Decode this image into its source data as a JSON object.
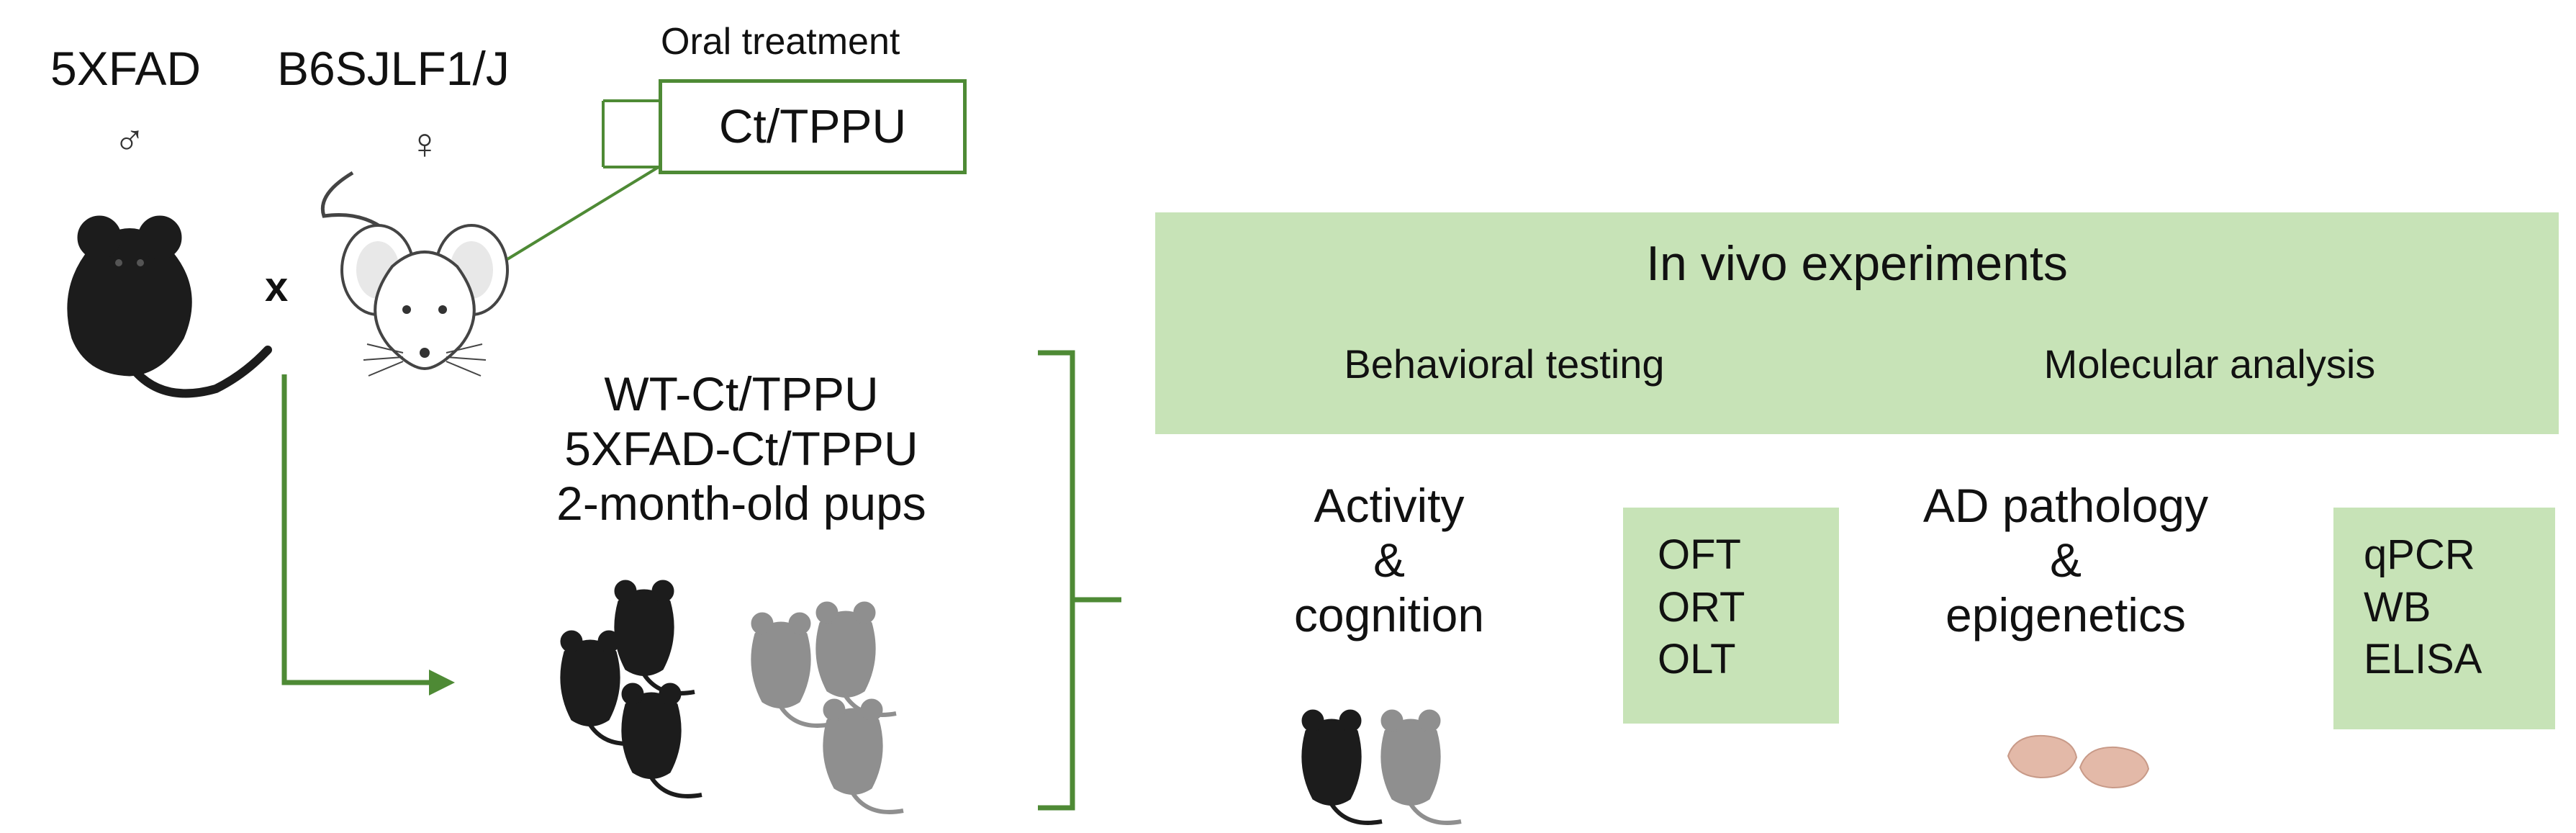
{
  "parents": {
    "male": {
      "strain": "5XFAD",
      "symbol": "♂"
    },
    "female": {
      "strain": "B6SJLF1/J",
      "symbol": "♀"
    },
    "cross_symbol": "x"
  },
  "treatment": {
    "title": "Oral treatment",
    "label": "Ct/TPPU"
  },
  "pups": {
    "lines": [
      "WT-Ct/TPPU",
      "5XFAD-Ct/TPPU",
      "2-month-old pups"
    ]
  },
  "experiments": {
    "title": "In vivo experiments",
    "behavioral": "Behavioral testing",
    "molecular": "Molecular analysis"
  },
  "behavior": {
    "label_lines": [
      "Activity",
      "&",
      "cognition"
    ],
    "tests": [
      "OFT",
      "ORT",
      "OLT"
    ]
  },
  "molecular": {
    "label_lines": [
      "AD pathology",
      "&",
      "epigenetics"
    ],
    "assays": [
      "qPCR",
      "WB",
      "ELISA"
    ]
  },
  "colors": {
    "accent_green": "#4e8a35",
    "box_green": "#c7e3b7",
    "mouse_black": "#1c1c1c",
    "mouse_gray": "#8f8f8f",
    "brain_pink": "#e3b9a8"
  }
}
